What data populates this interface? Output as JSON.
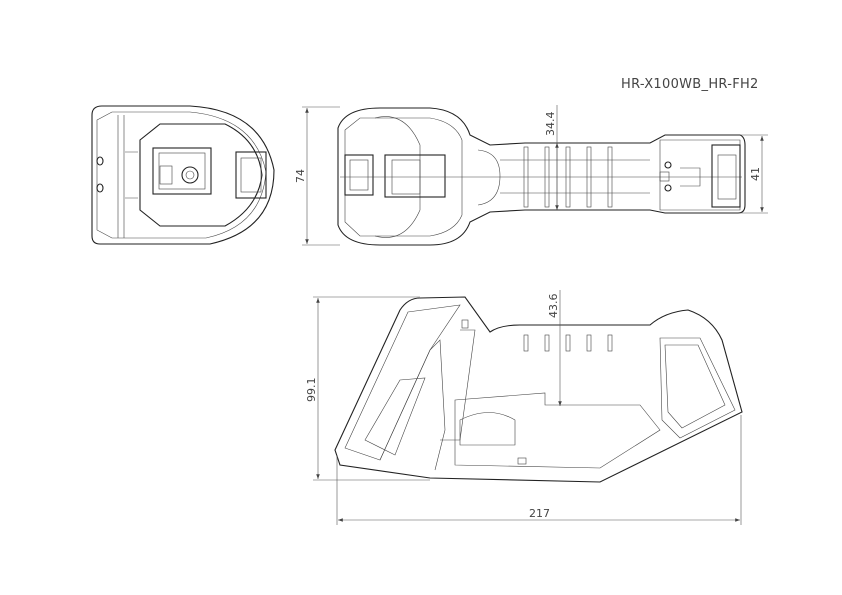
{
  "drawing": {
    "title": "HR-X100WB_HR-FH2",
    "dimensions": {
      "overall_height_top_view": "74",
      "handle_width": "34.4",
      "tail_width": "41",
      "side_height": "99.1",
      "side_inner_depth": "43.6",
      "overall_length": "217"
    }
  }
}
